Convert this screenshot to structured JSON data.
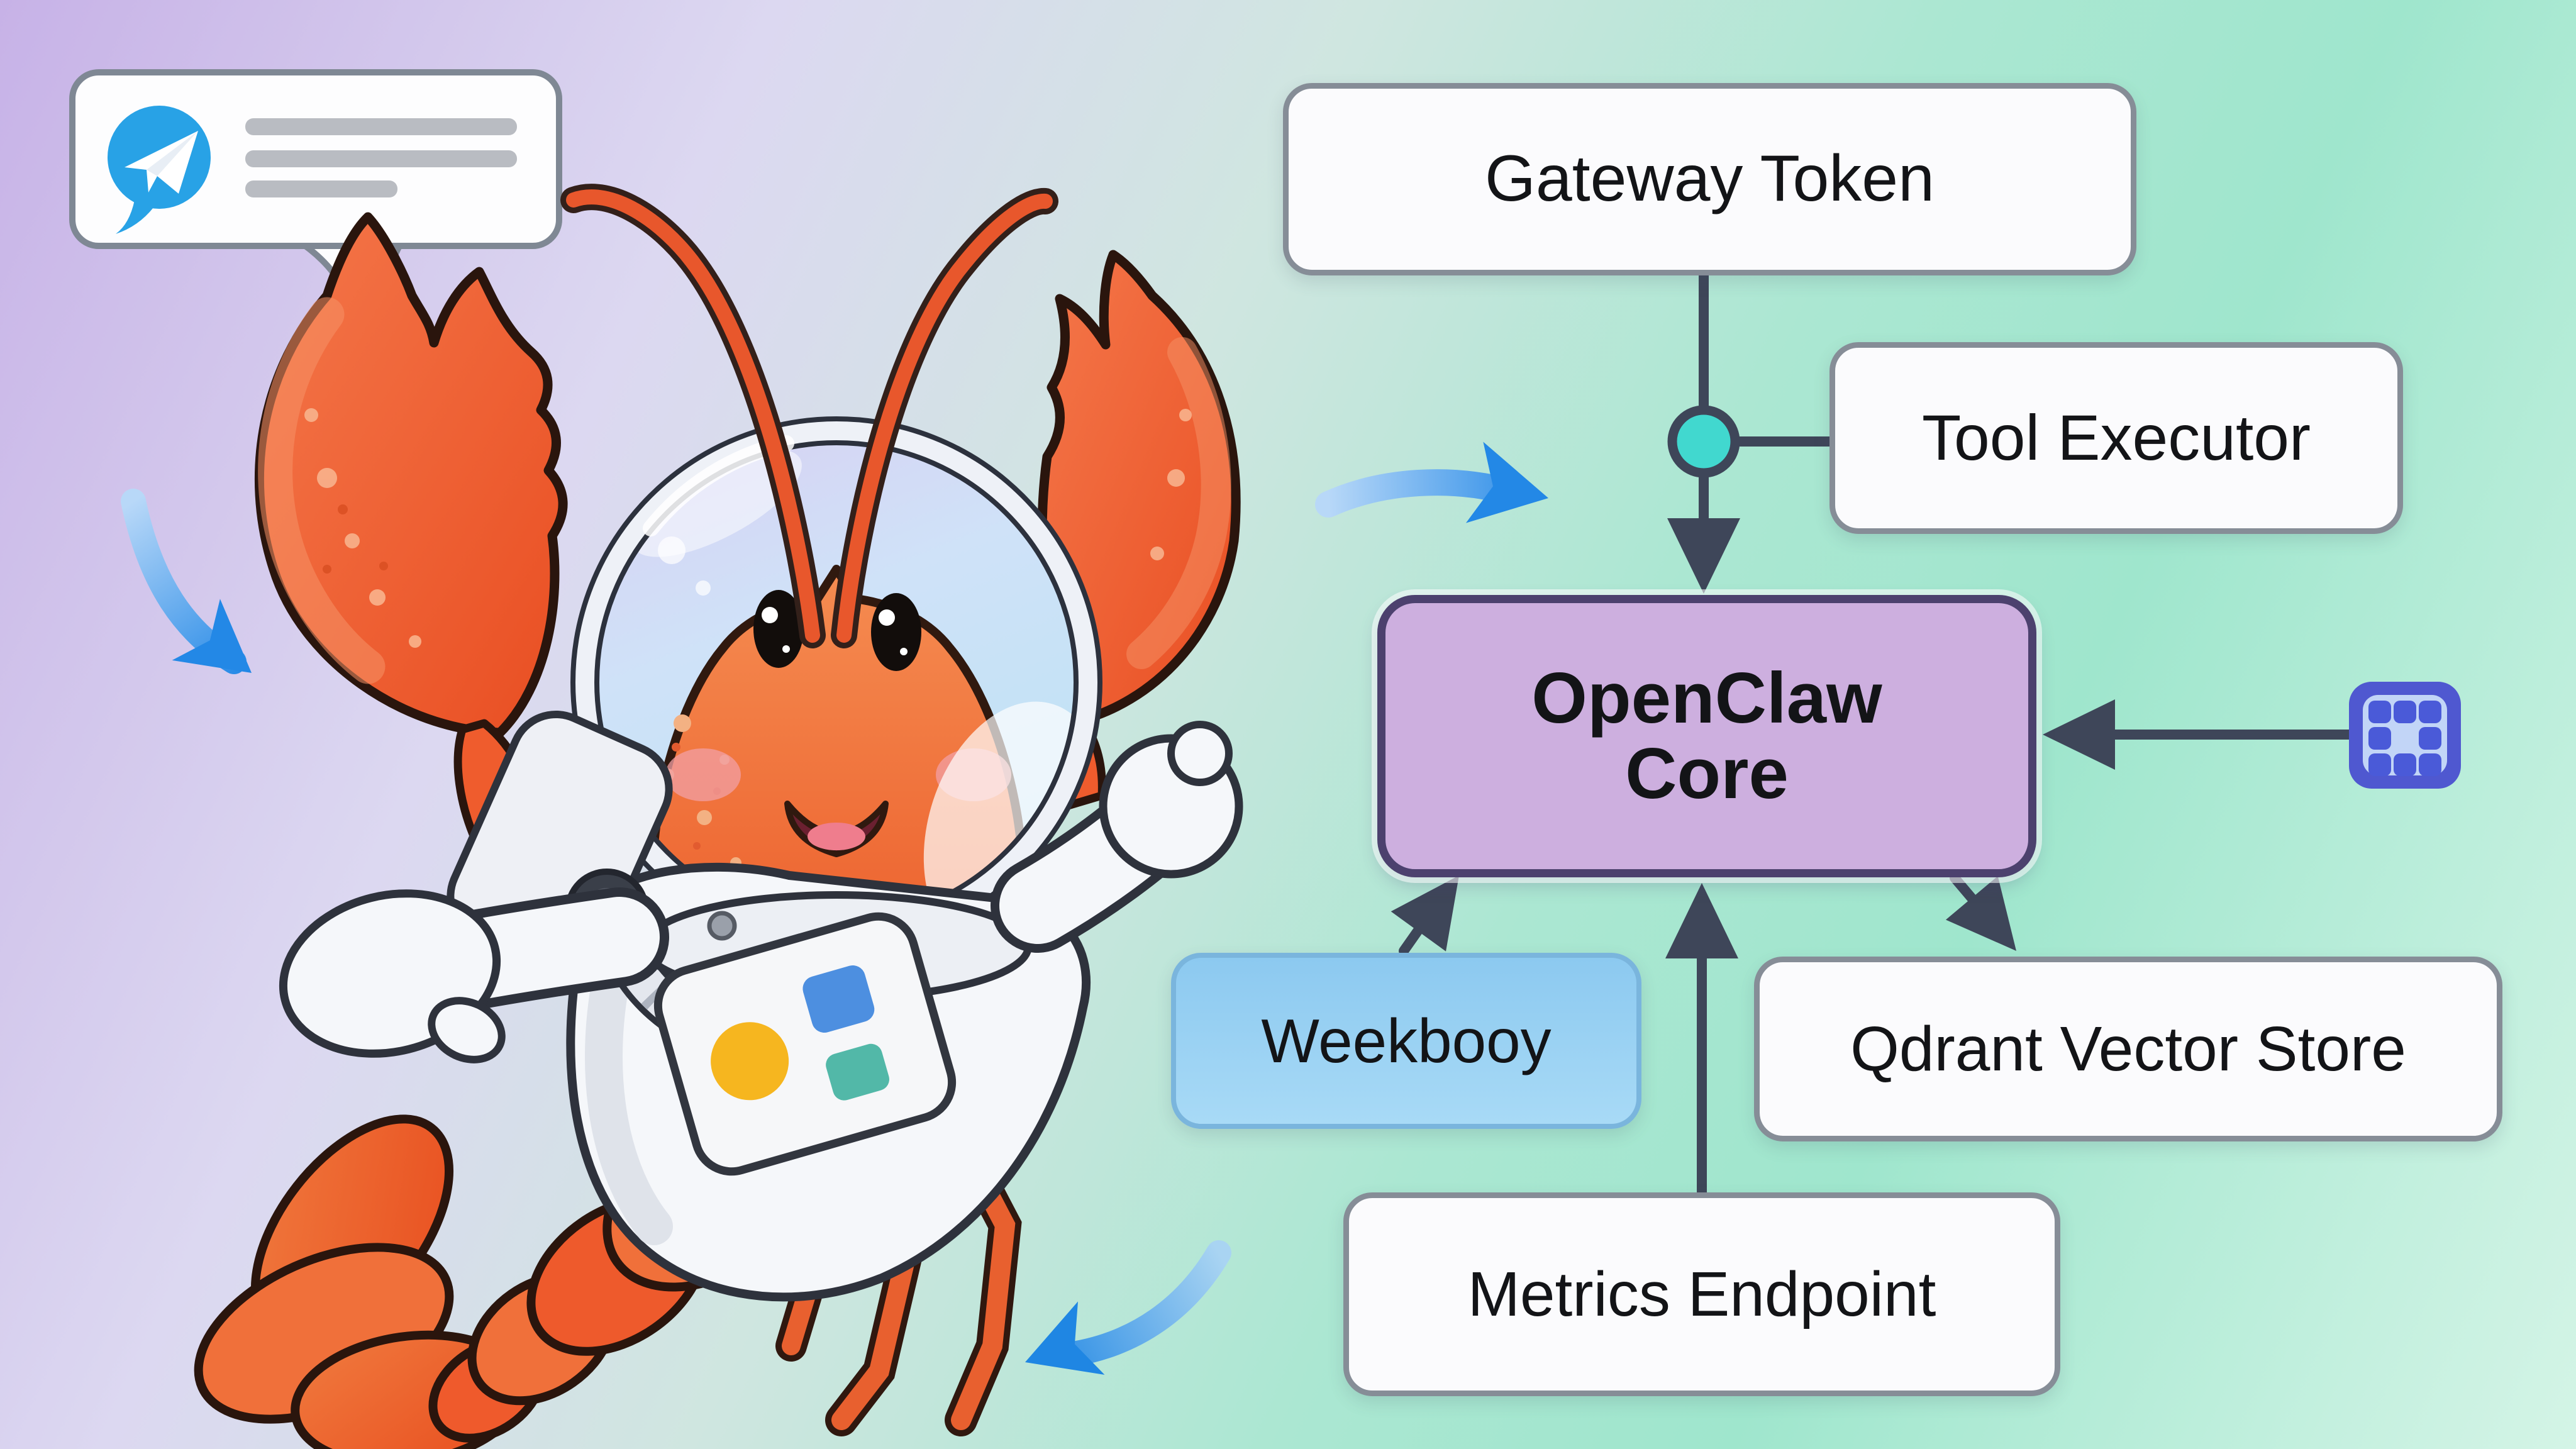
{
  "diagram": {
    "nodes": {
      "gateway_token": {
        "label": "Gateway Token"
      },
      "tool_executor": {
        "label": "Tool Executor"
      },
      "openclaw_core": {
        "line1": "OpenClaw",
        "line2": "Core"
      },
      "webhook": {
        "label": "Weekbooy"
      },
      "qdrant_vector_store": {
        "label": "Qdrant Vector Store"
      },
      "metrics_endpoint": {
        "label": "Metrics Endpoint"
      }
    },
    "edges": [
      "gateway_token -> openclaw_core (via teal junction)",
      "teal junction - tool_executor",
      "webhook -> openclaw_core",
      "metrics_endpoint -> openclaw_core",
      "openclaw_core -> qdrant_vector_store",
      "grid icon -> openclaw_core"
    ],
    "icons": {
      "junction": "teal-junction-dot",
      "grid": "blue-grid-dice-icon"
    }
  },
  "speech_bubble": {
    "icon": "telegram-paper-plane-icon",
    "placeholder_lines": 3
  },
  "illustration": "lobster-astronaut-in-space-suit",
  "decor_arrows": [
    "curved-blue-arrow-left",
    "curved-blue-arrow-middle",
    "curved-blue-arrow-bottom"
  ],
  "theme": {
    "node_fill": "#fbfbfd",
    "node_border": "#868d97",
    "core_fill": "#cdafdf",
    "core_border": "#4c416e",
    "webhook_fill": "#8cc9f0",
    "webhook_border": "#7ab5dd",
    "connector_color": "#3e4659",
    "teal_node_color": "#41d8cf",
    "arrow_blue": "#2e8fe8",
    "telegram_blue": "#28a2e6",
    "dice_outer": "#4f58d0",
    "dice_inner": "#c2d5f7",
    "dice_dot": "#4a5ad8",
    "lobster_orange": "#ee5a2e",
    "text_color": "#131417"
  }
}
